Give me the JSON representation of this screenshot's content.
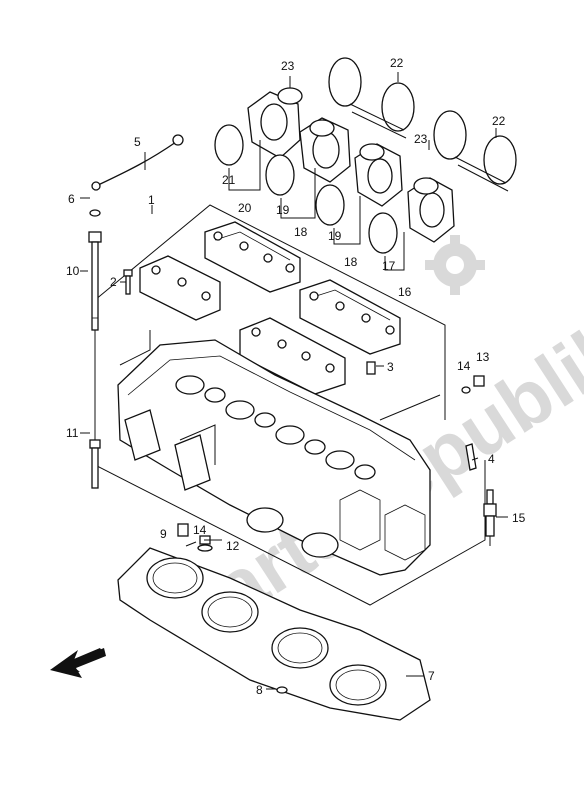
{
  "watermark": "PartsRepublik",
  "callouts": {
    "n1": "1",
    "n2": "2",
    "n3": "3",
    "n4": "4",
    "n5": "5",
    "n6": "6",
    "n7": "7",
    "n8": "8",
    "n9": "9",
    "n10": "10",
    "n11": "11",
    "n12": "12",
    "n13": "13",
    "n14a": "14",
    "n14b": "14",
    "n15": "15",
    "n16": "16",
    "n17": "17",
    "n18a": "18",
    "n18b": "18",
    "n19a": "19",
    "n19b": "19",
    "n20": "20",
    "n21": "21",
    "n22a": "22",
    "n22b": "22",
    "n23a": "23",
    "n23b": "23"
  },
  "icons": {
    "front_arrow": "arrow-down-left-icon",
    "watermark_gear": "gear-icon"
  }
}
